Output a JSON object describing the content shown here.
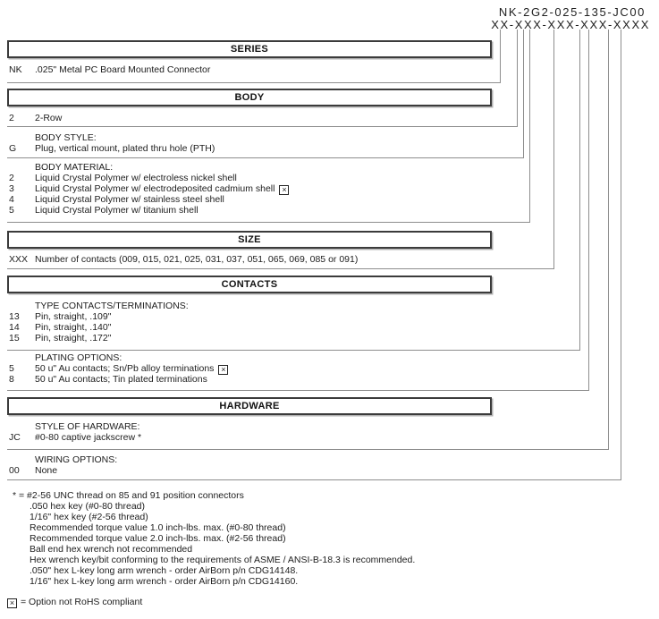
{
  "part_number": {
    "value": "NK-2G2-025-135-JC00",
    "mask": "XX-XXX-XXX-XXX-XXXX"
  },
  "icons": {
    "not_rohs_icon": "×"
  },
  "series": {
    "title": "SERIES",
    "row_code": "NK",
    "row_desc": ".025\" Metal PC Board Mounted Connector"
  },
  "body": {
    "title": "BODY",
    "row_code": "2",
    "row_desc": "2-Row",
    "style_heading": "BODY STYLE:",
    "style_code": "G",
    "style_desc": "Plug, vertical mount, plated thru hole (PTH)",
    "material_heading": "BODY MATERIAL:",
    "materials": [
      {
        "code": "2",
        "desc": "Liquid Crystal Polymer w/ electroless nickel shell"
      },
      {
        "code": "3",
        "desc": "Liquid Crystal Polymer w/ electrodeposited cadmium shell",
        "not_rohs": true
      },
      {
        "code": "4",
        "desc": "Liquid Crystal Polymer w/ stainless steel shell"
      },
      {
        "code": "5",
        "desc": "Liquid Crystal Polymer w/ titanium shell"
      }
    ]
  },
  "size": {
    "title": "SIZE",
    "row_code": "XXX",
    "row_desc": "Number of contacts (009, 015, 021, 025, 031, 037, 051, 065, 069, 085 or 091)"
  },
  "contacts": {
    "title": "CONTACTS",
    "type_heading": "TYPE CONTACTS/TERMINATIONS:",
    "types": [
      {
        "code": "13",
        "desc": "Pin, straight, .109\""
      },
      {
        "code": "14",
        "desc": "Pin, straight, .140\""
      },
      {
        "code": "15",
        "desc": "Pin, straight, .172\""
      }
    ],
    "plating_heading": "PLATING OPTIONS:",
    "platings": [
      {
        "code": "5",
        "desc": "50 u\" Au contacts; Sn/Pb alloy terminations",
        "not_rohs": true
      },
      {
        "code": "8",
        "desc": "50 u\" Au contacts; Tin plated terminations"
      }
    ]
  },
  "hardware": {
    "title": "HARDWARE",
    "style_heading": "STYLE OF HARDWARE:",
    "style_code": "JC",
    "style_desc": "#0-80 captive jackscrew *",
    "wiring_heading": "WIRING OPTIONS:",
    "wiring_code": "00",
    "wiring_desc": "None"
  },
  "footnotes": {
    "intro": "* = #2-56 UNC thread on 85 and 91 position connectors",
    "lines": [
      ".050 hex key (#0-80 thread)",
      "1/16\" hex key (#2-56 thread)",
      "Recommended torque value 1.0 inch-lbs. max. (#0-80 thread)",
      "Recommended torque value 2.0 inch-lbs. max. (#2-56 thread)",
      "Ball end hex wrench not recommended",
      "Hex wrench key/bit conforming to the requirements of ASME / ANSI-B-18.3 is recommended.",
      ".050\" hex L-key long arm wrench - order AirBorn p/n CDG14148.",
      "1/16\" hex L-key long arm wrench - order AirBorn p/n CDG14160."
    ]
  },
  "rohs_note": "= Option not RoHS compliant",
  "colors": {
    "text": "#1a1a1a",
    "connector_line": "#8e8e8e",
    "box_border": "#3b3b3b",
    "background": "#ffffff"
  }
}
